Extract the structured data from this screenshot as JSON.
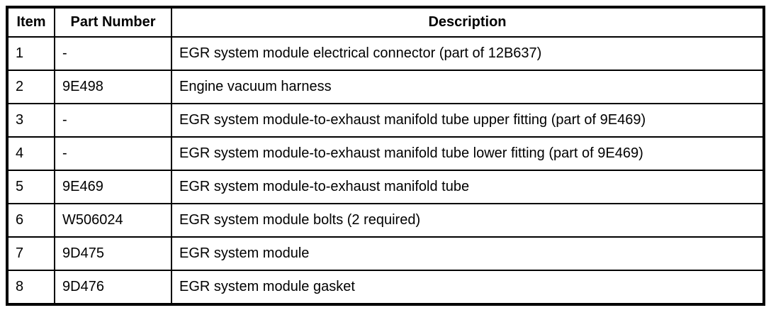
{
  "colors": {
    "border": "#000000",
    "background": "#ffffff",
    "text": "#000000"
  },
  "table": {
    "columns": [
      {
        "label": "Item"
      },
      {
        "label": "Part Number"
      },
      {
        "label": "Description"
      }
    ],
    "rows": [
      {
        "item": "1",
        "part_number": "-",
        "description": "EGR system module electrical connector (part of 12B637)"
      },
      {
        "item": "2",
        "part_number": "9E498",
        "description": "Engine vacuum harness"
      },
      {
        "item": "3",
        "part_number": "-",
        "description": "EGR system module-to-exhaust manifold tube upper fitting (part of 9E469)"
      },
      {
        "item": "4",
        "part_number": "-",
        "description": "EGR system module-to-exhaust manifold tube lower fitting (part of 9E469)"
      },
      {
        "item": "5",
        "part_number": "9E469",
        "description": "EGR system module-to-exhaust manifold tube"
      },
      {
        "item": "6",
        "part_number": "W506024",
        "description": "EGR system module bolts (2 required)"
      },
      {
        "item": "7",
        "part_number": "9D475",
        "description": "EGR system module"
      },
      {
        "item": "8",
        "part_number": "9D476",
        "description": "EGR system module gasket"
      }
    ]
  }
}
